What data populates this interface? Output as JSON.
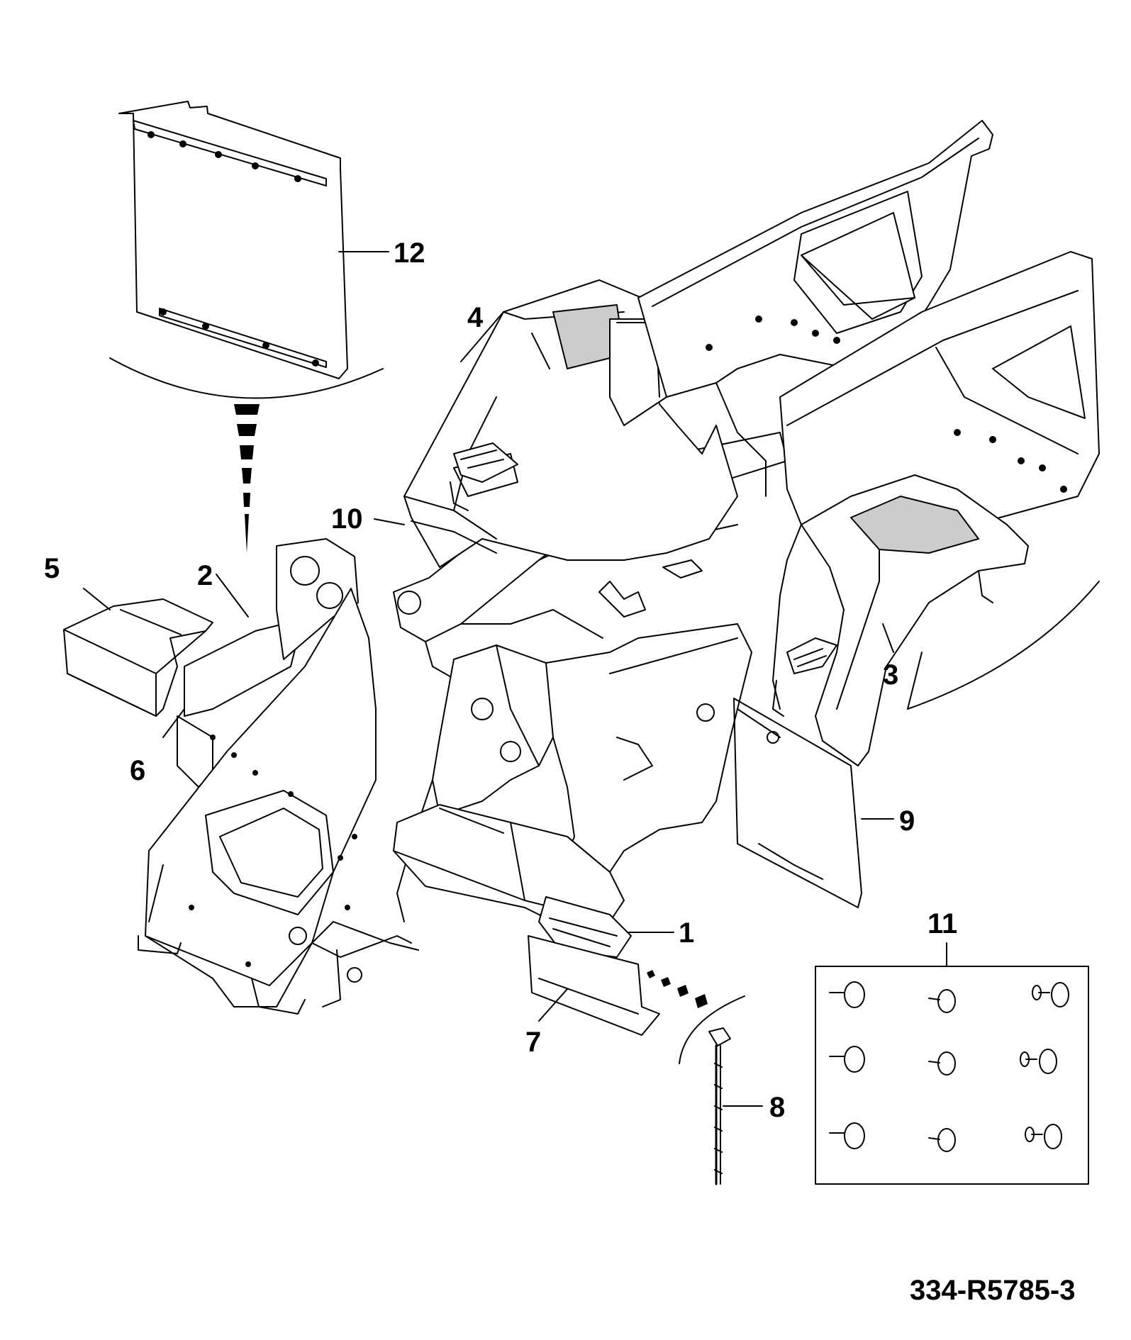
{
  "callouts": {
    "c1": "1",
    "c2": "2",
    "c3": "3",
    "c4": "4",
    "c5": "5",
    "c6": "6",
    "c7": "7",
    "c8": "8",
    "c9": "9",
    "c10": "10",
    "c11": "11",
    "c12": "12"
  },
  "drawing_number": "334-R5785-3"
}
